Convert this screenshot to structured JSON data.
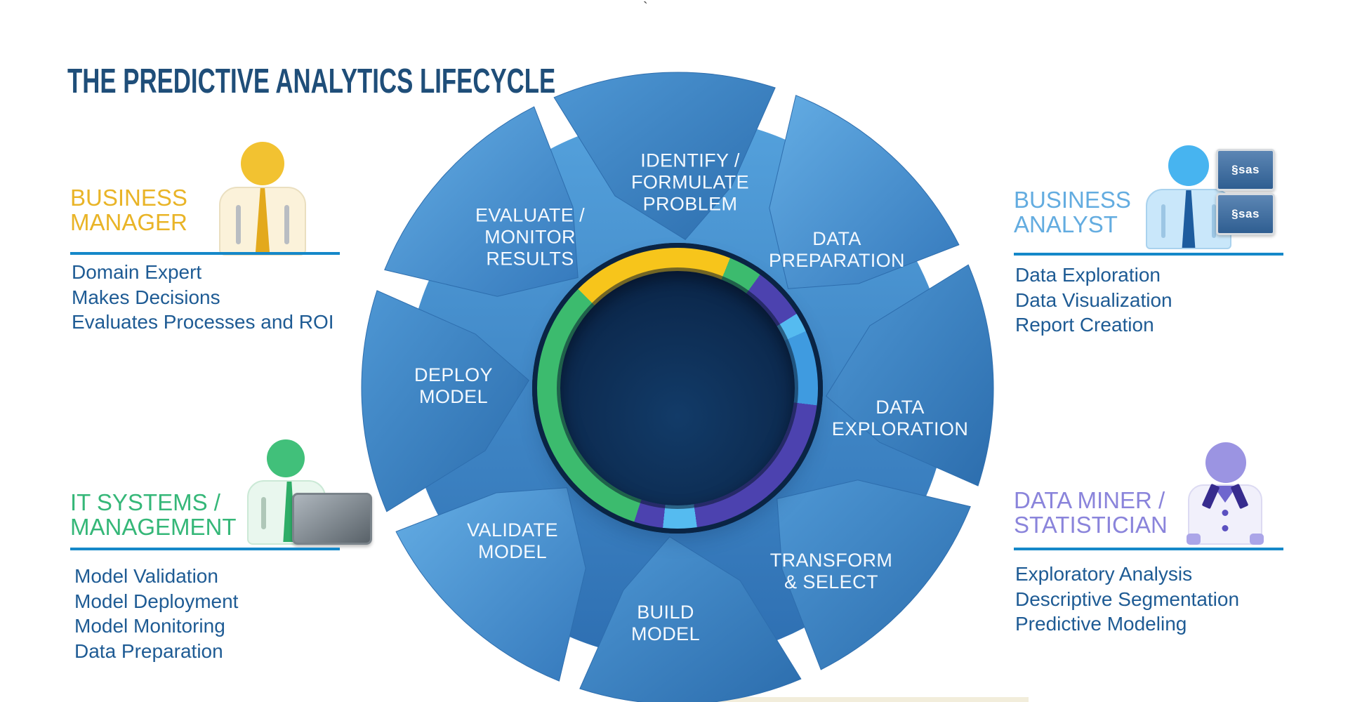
{
  "title": "THE PREDICTIVE ANALYTICS LIFECYCLE",
  "stray_mark": "`",
  "sas_logo": "§sas",
  "wheel": {
    "segments": [
      {
        "id": "identify-formulate-problem",
        "label_lines": [
          "IDENTIFY /",
          "FORMULATE",
          "PROBLEM"
        ]
      },
      {
        "id": "data-preparation",
        "label_lines": [
          "DATA",
          "PREPARATION"
        ]
      },
      {
        "id": "data-exploration",
        "label_lines": [
          "DATA",
          "EXPLORATION"
        ]
      },
      {
        "id": "transform-select",
        "label_lines": [
          "TRANSFORM",
          "& SELECT"
        ]
      },
      {
        "id": "build-model",
        "label_lines": [
          "BUILD",
          "MODEL"
        ]
      },
      {
        "id": "validate-model",
        "label_lines": [
          "VALIDATE",
          "MODEL"
        ]
      },
      {
        "id": "deploy-model",
        "label_lines": [
          "DEPLOY",
          "MODEL"
        ]
      },
      {
        "id": "evaluate-monitor-results",
        "label_lines": [
          "EVALUATE /",
          "MONITOR",
          "RESULTS"
        ]
      }
    ],
    "ring_segments": [
      {
        "color": "#F7C51B",
        "from": 0,
        "to": 22
      },
      {
        "color": "#3CBB6E",
        "from": 22,
        "to": 36
      },
      {
        "color": "#4C42AF",
        "from": 36,
        "to": 58
      },
      {
        "color": "#55BBF0",
        "from": 58,
        "to": 66
      },
      {
        "color": "#3F9BE0",
        "from": 66,
        "to": 97
      },
      {
        "color": "#4C42AF",
        "from": 97,
        "to": 172
      },
      {
        "color": "#55BBF0",
        "from": 172,
        "to": 186
      },
      {
        "color": "#4C42AF",
        "from": 186,
        "to": 198
      },
      {
        "color": "#3CBB6E",
        "from": 198,
        "to": 315
      },
      {
        "color": "#F7C51B",
        "from": 315,
        "to": 360
      }
    ]
  },
  "roles": [
    {
      "id": "business-manager",
      "name_lines": [
        "BUSINESS",
        "MANAGER"
      ],
      "color": "#E9B427",
      "items": [
        "Domain Expert",
        "Makes Decisions",
        "Evaluates Processes and ROI"
      ]
    },
    {
      "id": "business-analyst",
      "name_lines": [
        "BUSINESS",
        "ANALYST"
      ],
      "color": "#63ACE0",
      "items": [
        "Data Exploration",
        "Data Visualization",
        "Report Creation"
      ]
    },
    {
      "id": "it-systems-management",
      "name_lines": [
        "IT SYSTEMS /",
        "MANAGEMENT"
      ],
      "color": "#35B778",
      "items": [
        "Model Validation",
        "Model Deployment",
        "Model Monitoring",
        "Data Preparation"
      ]
    },
    {
      "id": "data-miner-statistician",
      "name_lines": [
        "DATA MINER /",
        "STATISTICIAN"
      ],
      "color": "#8A84DB",
      "items": [
        "Exploratory Analysis",
        "Descriptive Segmentation",
        "Predictive Modeling"
      ]
    }
  ],
  "colors": {
    "title_text": "#1F4E79",
    "list_text": "#1E5B94",
    "divider": "#1588C9",
    "wheel_blue_light": "#64ADE4",
    "wheel_blue_mid": "#4E97D4",
    "wheel_blue_deep": "#2C6DAD",
    "ring_backing": "#0A2444",
    "ring_center": "#0D2C52"
  }
}
